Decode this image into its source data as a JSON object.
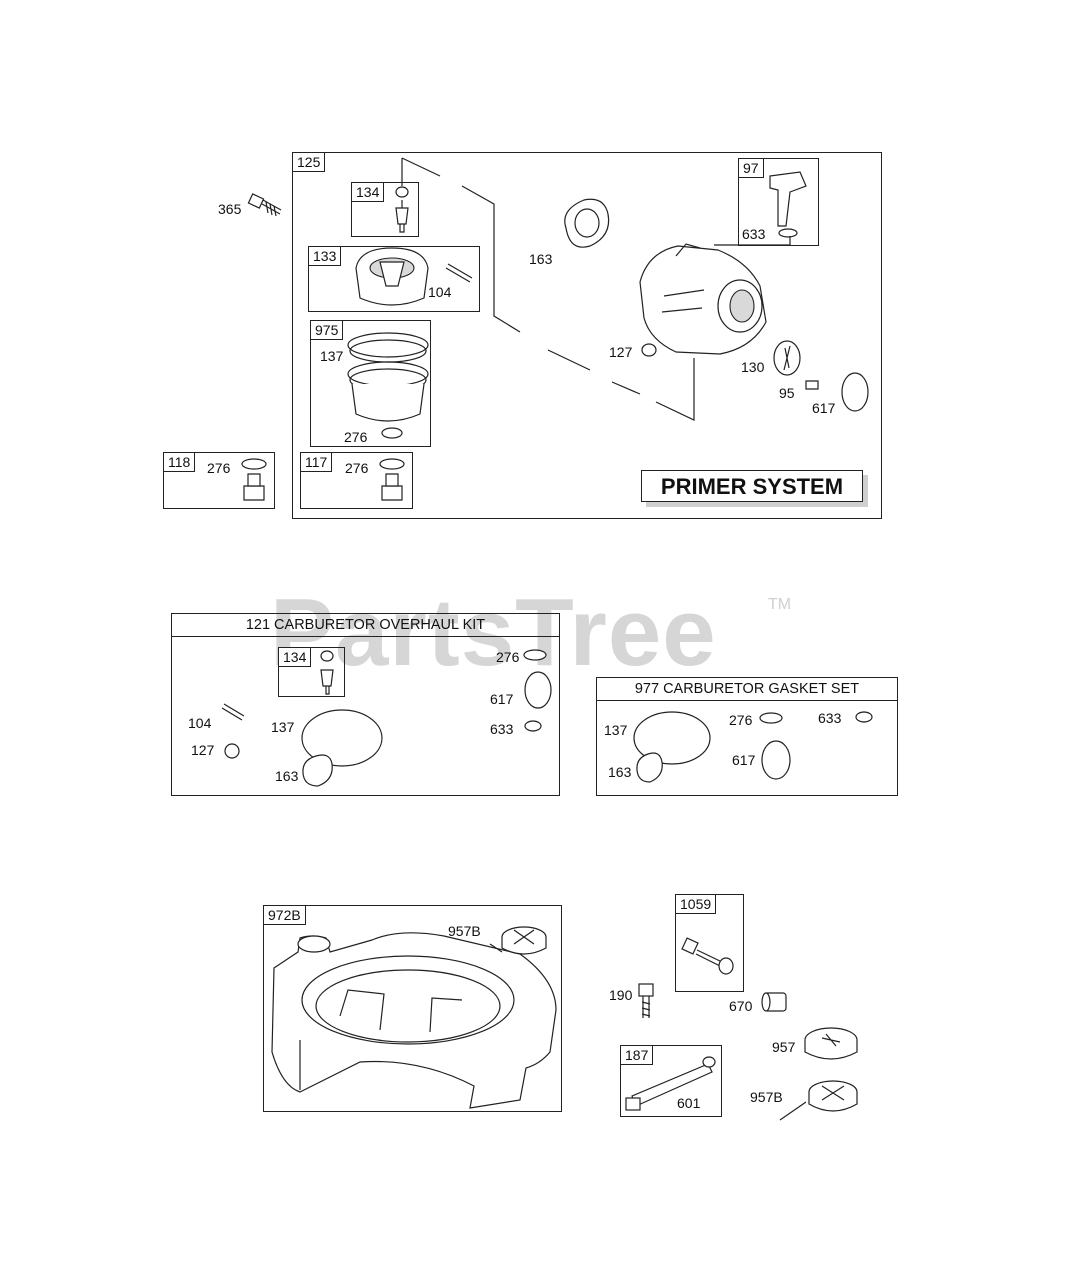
{
  "watermark": {
    "text": "PartsTree",
    "tm": "TM"
  },
  "primer_section": {
    "group_label": "125",
    "title": "PRIMER SYSTEM",
    "sub_boxes": {
      "b134": "134",
      "b133": "133",
      "b975": "975",
      "b97": "97",
      "b117": "117",
      "b118": "118"
    },
    "callouts": {
      "c365": "365",
      "c104": "104",
      "c137": "137",
      "c276a": "276",
      "c276b": "276",
      "c276c": "276",
      "c163": "163",
      "c633": "633",
      "c127": "127",
      "c130": "130",
      "c95": "95",
      "c617": "617"
    }
  },
  "overhaul_kit": {
    "title": "121 CARBURETOR OVERHAUL KIT",
    "sub_box": "134",
    "callouts": {
      "c276": "276",
      "c617": "617",
      "c633": "633",
      "c104": "104",
      "c137": "137",
      "c127": "127",
      "c163": "163"
    }
  },
  "gasket_set": {
    "title": "977 CARBURETOR GASKET SET",
    "callouts": {
      "c137": "137",
      "c276": "276",
      "c633": "633",
      "c163": "163",
      "c617": "617"
    }
  },
  "tank_section": {
    "group_label": "972B",
    "callouts": {
      "c957b": "957B"
    }
  },
  "misc_section": {
    "b1059": "1059",
    "b187": "187",
    "callouts": {
      "c190": "190",
      "c670": "670",
      "c957": "957",
      "c601": "601",
      "c957b": "957B"
    }
  }
}
